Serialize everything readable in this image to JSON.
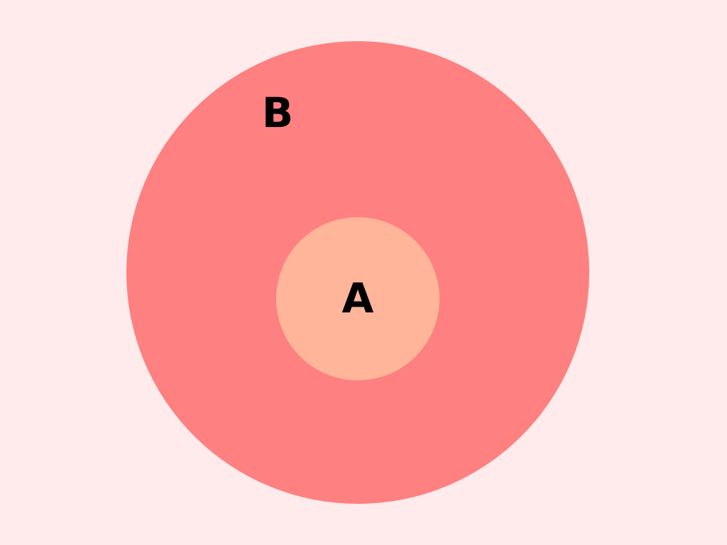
{
  "diagram": {
    "type": "venn-subset",
    "background_color": "#ffebeb",
    "sets": {
      "outer": {
        "label": "B",
        "color": "#ff8080"
      },
      "inner": {
        "label": "A",
        "color": "#ffb599"
      }
    }
  }
}
